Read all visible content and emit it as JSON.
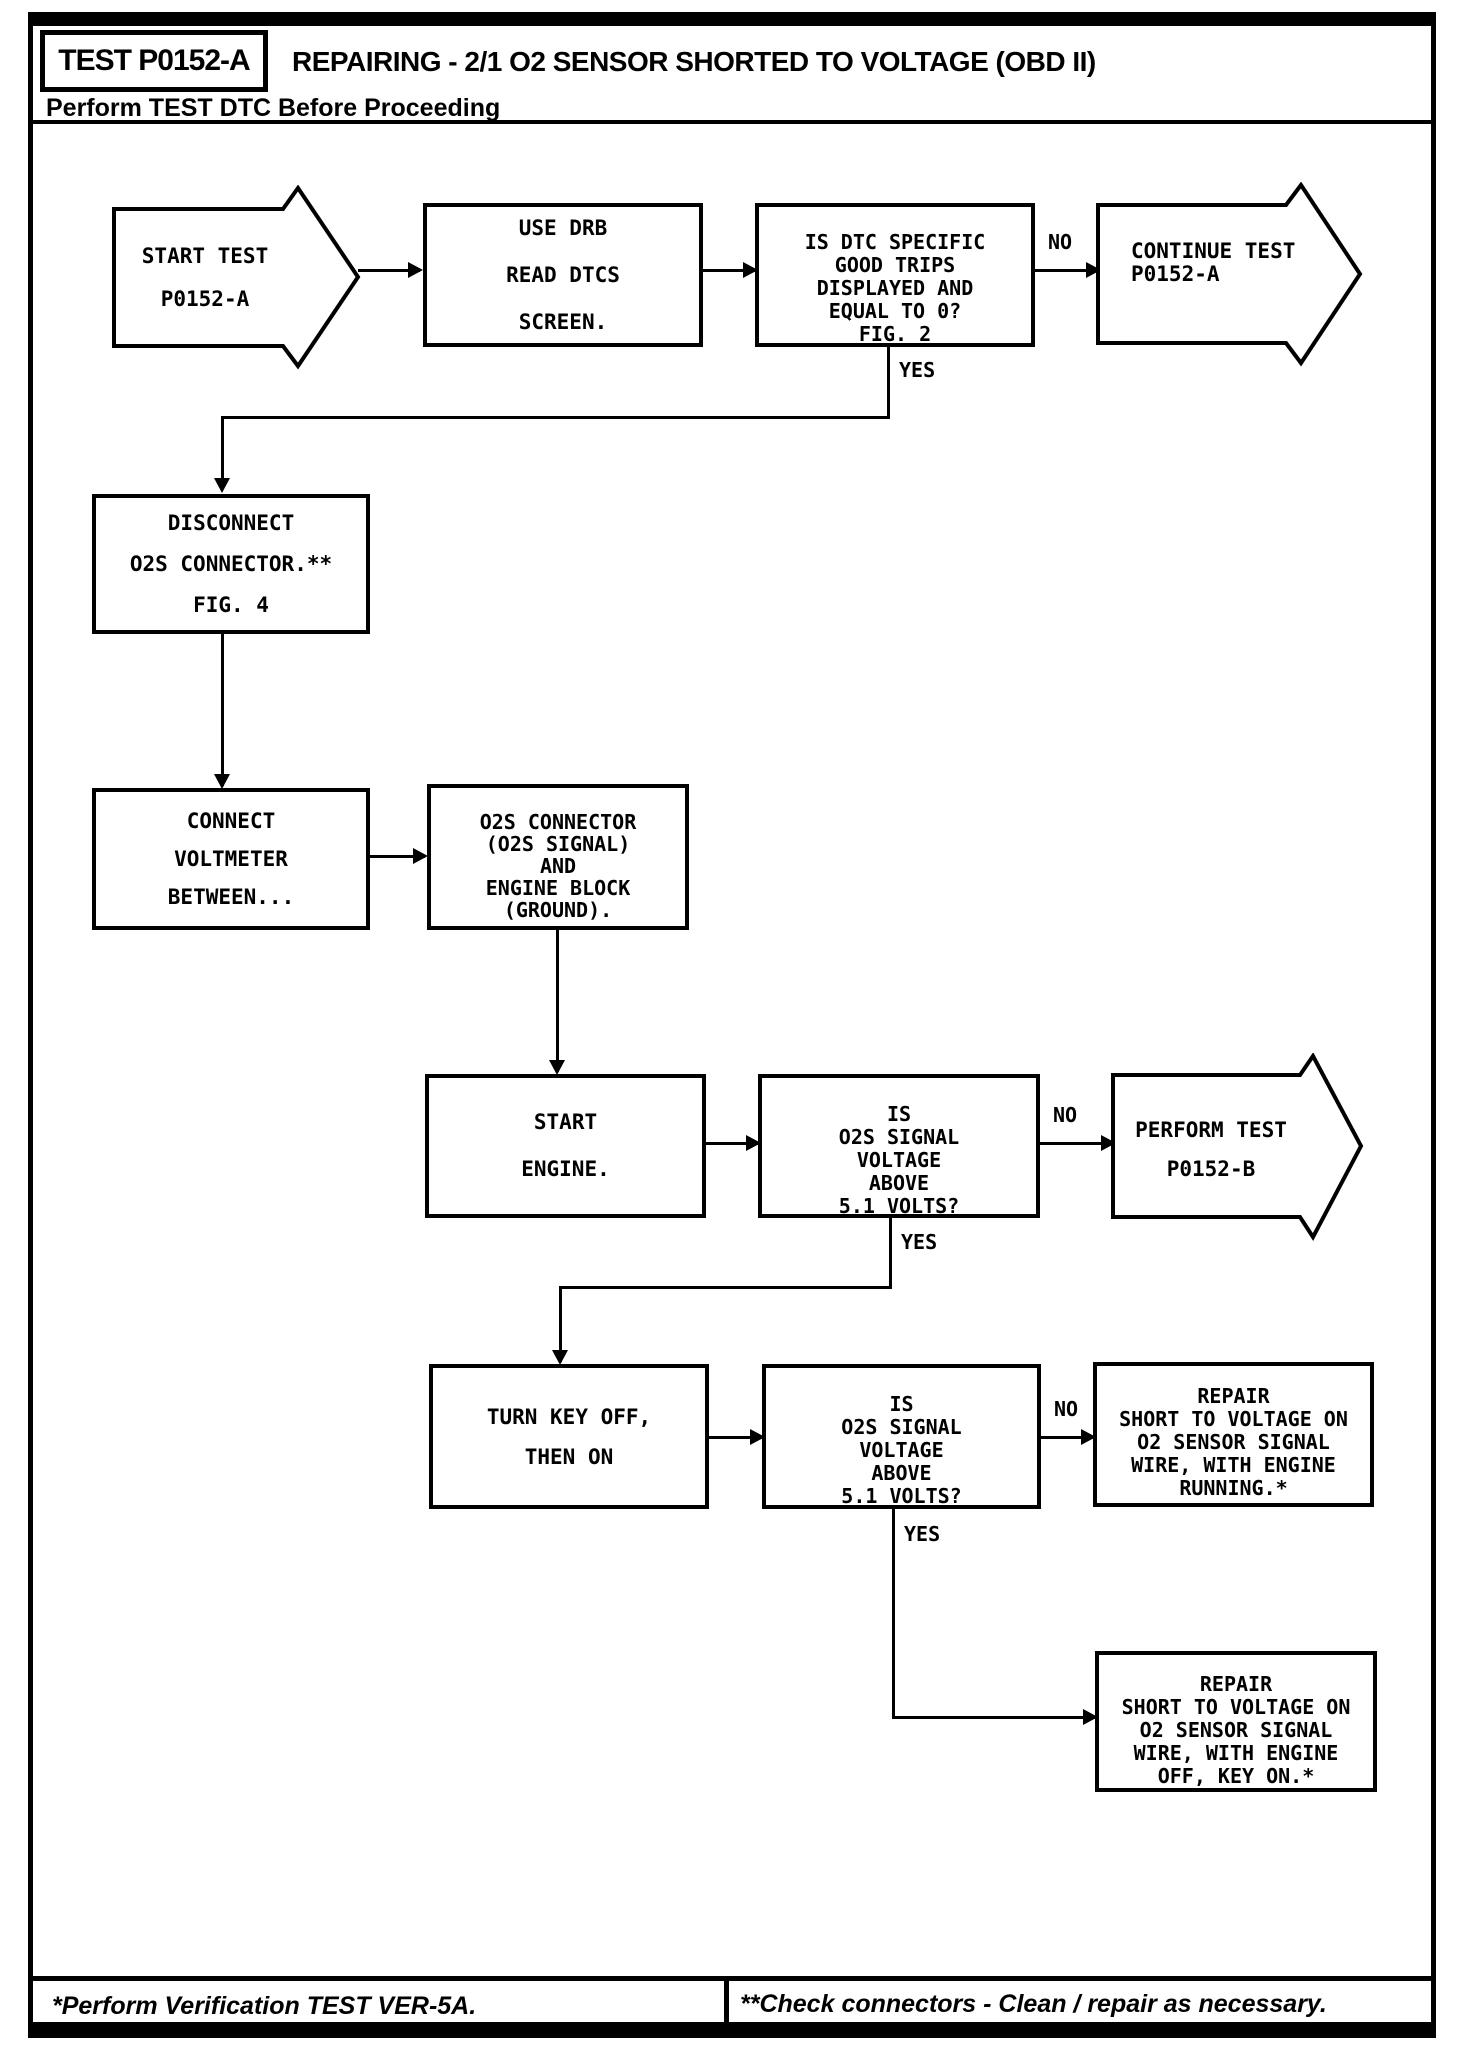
{
  "header": {
    "test_id": "TEST P0152-A",
    "title": "REPAIRING - 2/1 O2 SENSOR SHORTED TO VOLTAGE (OBD II)",
    "subtitle": "Perform TEST DTC Before Proceeding"
  },
  "flowchart": {
    "edge_labels": {
      "yes": "YES",
      "no": "NO"
    },
    "nodes": [
      {
        "id": "start-test",
        "type": "terminal-arrow",
        "lines": [
          "START TEST",
          "P0152-A"
        ]
      },
      {
        "id": "use-drb",
        "type": "process",
        "lines": [
          "USE DRB",
          "READ DTCS",
          "SCREEN."
        ]
      },
      {
        "id": "dtc-good-trips-check",
        "type": "decision",
        "lines": [
          "IS DTC SPECIFIC",
          "GOOD TRIPS",
          "DISPLAYED AND",
          "EQUAL TO 0?",
          "FIG. 2"
        ]
      },
      {
        "id": "continue-test",
        "type": "terminal-arrow",
        "lines": [
          "CONTINUE TEST",
          "P0152-A"
        ]
      },
      {
        "id": "disconnect-o2s",
        "type": "process",
        "lines": [
          "DISCONNECT",
          "O2S CONNECTOR.**",
          "FIG. 4"
        ]
      },
      {
        "id": "connect-voltmeter",
        "type": "process",
        "lines": [
          "CONNECT",
          "VOLTMETER",
          "BETWEEN..."
        ]
      },
      {
        "id": "o2s-connector-points",
        "type": "process",
        "lines": [
          "O2S CONNECTOR",
          "(O2S SIGNAL)",
          "AND",
          "ENGINE BLOCK",
          "(GROUND)."
        ]
      },
      {
        "id": "start-engine",
        "type": "process",
        "lines": [
          "START",
          "ENGINE."
        ]
      },
      {
        "id": "voltage-check-running",
        "type": "decision",
        "lines": [
          "IS",
          "O2S SIGNAL",
          "VOLTAGE",
          "ABOVE",
          "5.1 VOLTS?"
        ]
      },
      {
        "id": "perform-test-b",
        "type": "terminal-arrow",
        "lines": [
          "PERFORM TEST",
          "P0152-B"
        ]
      },
      {
        "id": "turn-key",
        "type": "process",
        "lines": [
          "TURN KEY OFF,",
          "THEN ON"
        ]
      },
      {
        "id": "voltage-check-key-on",
        "type": "decision",
        "lines": [
          "IS",
          "O2S SIGNAL",
          "VOLTAGE",
          "ABOVE",
          "5.1 VOLTS?"
        ]
      },
      {
        "id": "repair-engine-running",
        "type": "action",
        "lines": [
          "REPAIR",
          "SHORT TO VOLTAGE ON",
          "O2 SENSOR SIGNAL",
          "WIRE, WITH ENGINE",
          "RUNNING.*"
        ]
      },
      {
        "id": "repair-key-on",
        "type": "action",
        "lines": [
          "REPAIR",
          "SHORT TO VOLTAGE ON",
          "O2 SENSOR SIGNAL",
          "WIRE, WITH ENGINE",
          "OFF, KEY ON.*"
        ]
      }
    ]
  },
  "footer": {
    "left_note": "*Perform Verification TEST VER-5A.",
    "right_note": "**Check connectors - Clean / repair as necessary."
  },
  "colors": {
    "ink": "#000000",
    "paper": "#ffffff"
  }
}
